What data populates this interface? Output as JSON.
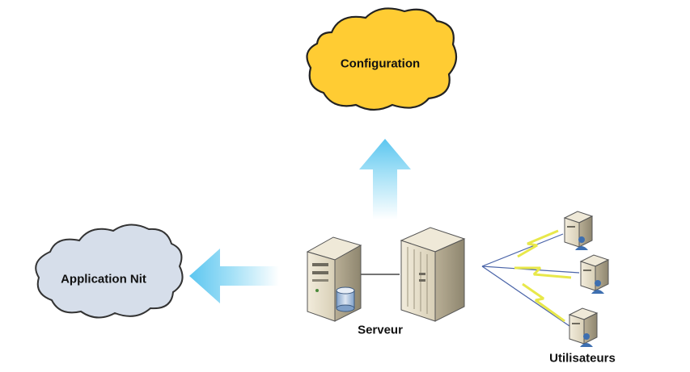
{
  "nodes": {
    "configuration": {
      "label": "Configuration",
      "shape": "cloud",
      "color": "#FFCC33"
    },
    "application": {
      "label": "Application Nit",
      "shape": "cloud",
      "color": "#D6DEEA"
    },
    "server": {
      "label": "Serveur",
      "icon": "server-icon"
    },
    "users": {
      "label": "Utilisateurs",
      "icon": "workstation-user-icon"
    }
  },
  "arrows": {
    "color": "#7CD0F2"
  },
  "links": {
    "lightning_color": "#E8E84A",
    "line_color": "#4A64A8"
  }
}
